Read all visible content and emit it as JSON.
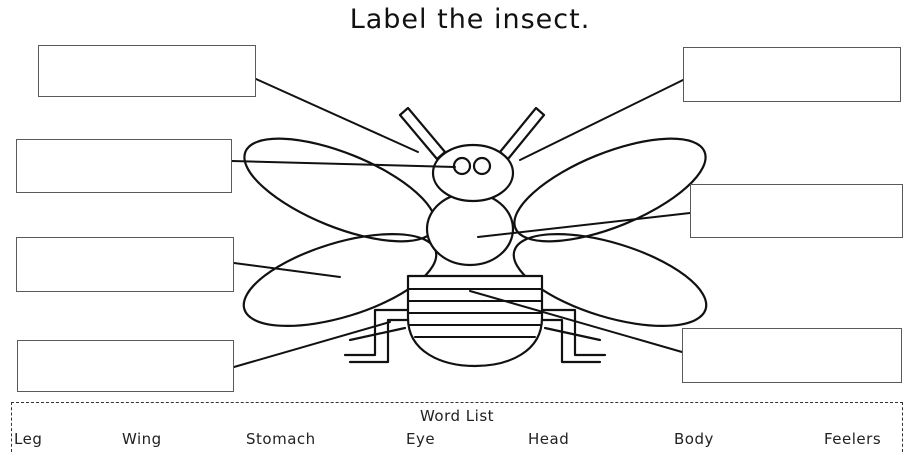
{
  "worksheet": {
    "title": "Label the insect."
  },
  "word_list": {
    "title": "Word List",
    "words": [
      "Leg",
      "Wing",
      "Stomach",
      "Eye",
      "Head",
      "Body",
      "Feelers"
    ]
  },
  "colors": {
    "ink": "#111111",
    "box_border": "#5a5a5a",
    "background": "#ffffff"
  }
}
